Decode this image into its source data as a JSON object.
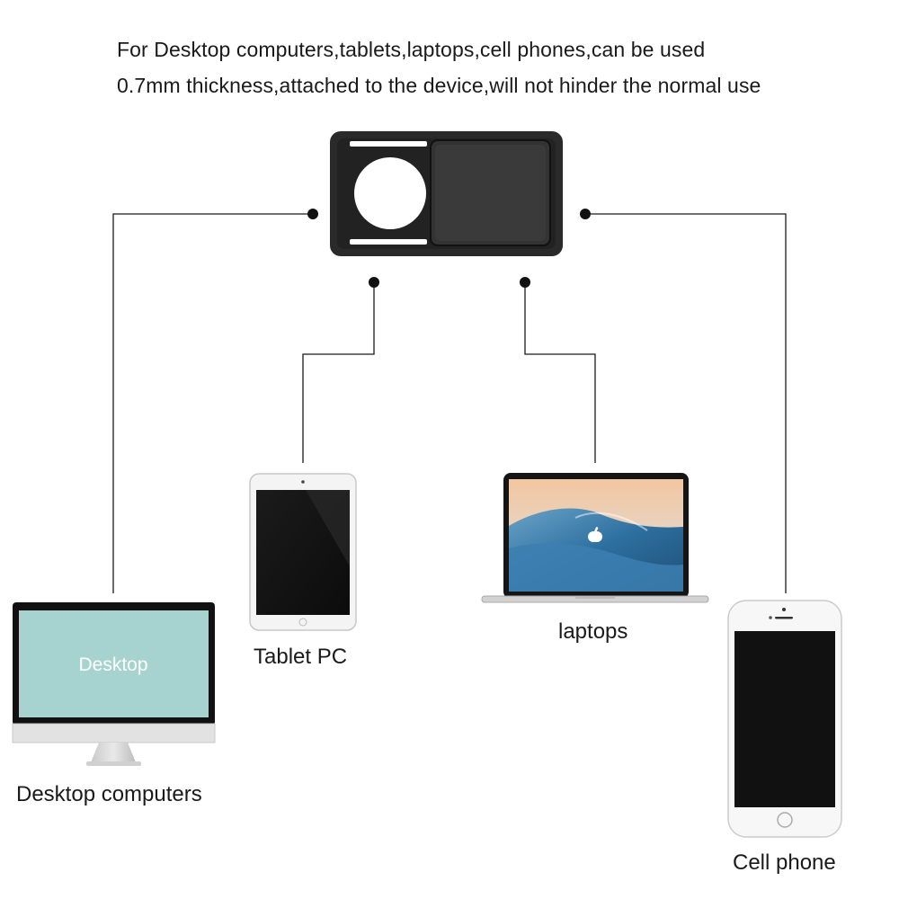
{
  "header": {
    "line1": "For Desktop computers,tablets,laptops,cell phones,can be used",
    "line2": "0.7mm thickness,attached to the device,will not hinder the normal use"
  },
  "devices": {
    "desktop": {
      "label": "Desktop computers",
      "screen_text": "Desktop"
    },
    "tablet": {
      "label": "Tablet PC"
    },
    "laptop": {
      "label": "laptops"
    },
    "phone": {
      "label": "Cell phone"
    }
  },
  "colors": {
    "cover": "#2a2a2a",
    "cover_slider": "#333333",
    "desktop_screen": "#a6d3cf",
    "line": "#1a1a1a"
  },
  "icons": [
    "webcam-cover-icon",
    "desktop-icon",
    "tablet-icon",
    "laptop-icon",
    "phone-icon",
    "apple-logo-icon"
  ]
}
